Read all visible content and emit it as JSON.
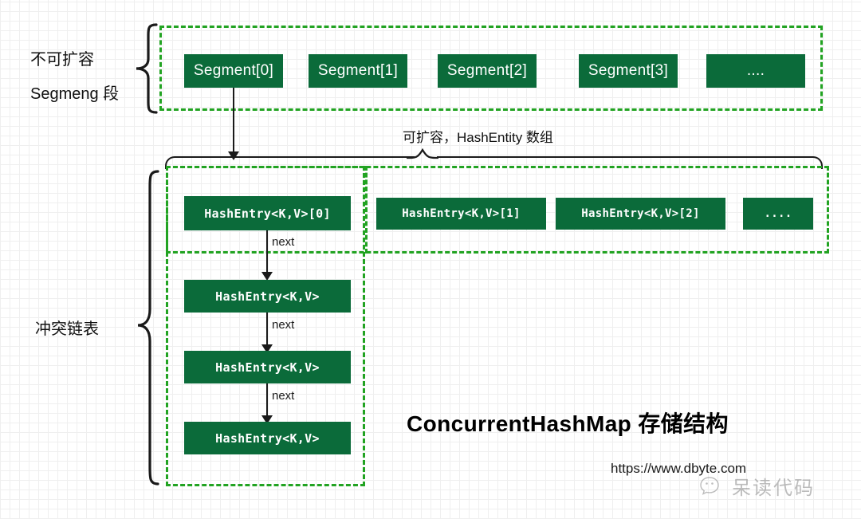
{
  "diagram": {
    "title": "ConcurrentHashMap 存储结构",
    "url": "https://www.dbyte.com",
    "watermark": {
      "text": "呆读代码",
      "icon": "wechat-icon"
    },
    "colors": {
      "box_fill": "#0b6b3a",
      "dashed_border": "#22a322",
      "connector": "#1a1a1a",
      "text": "#111111"
    }
  },
  "segment_section": {
    "label_line1": "不可扩容",
    "label_line2": "Segmeng 段",
    "boxes": [
      {
        "text": "Segment[0]"
      },
      {
        "text": "Segment[1]"
      },
      {
        "text": "Segment[2]"
      },
      {
        "text": "Segment[3]"
      },
      {
        "text": "...."
      }
    ]
  },
  "array_section": {
    "label": "可扩容，HashEntity 数组",
    "boxes": [
      {
        "text": "HashEntry<K,V>[0]"
      },
      {
        "text": "HashEntry<K,V>[1]"
      },
      {
        "text": "HashEntry<K,V>[2]"
      },
      {
        "text": "...."
      }
    ]
  },
  "chain_section": {
    "label": "冲突链表",
    "boxes": [
      {
        "text": "HashEntry<K,V>"
      },
      {
        "text": "HashEntry<K,V>"
      },
      {
        "text": "HashEntry<K,V>"
      }
    ],
    "arrow_labels": [
      "next",
      "next",
      "next"
    ]
  }
}
